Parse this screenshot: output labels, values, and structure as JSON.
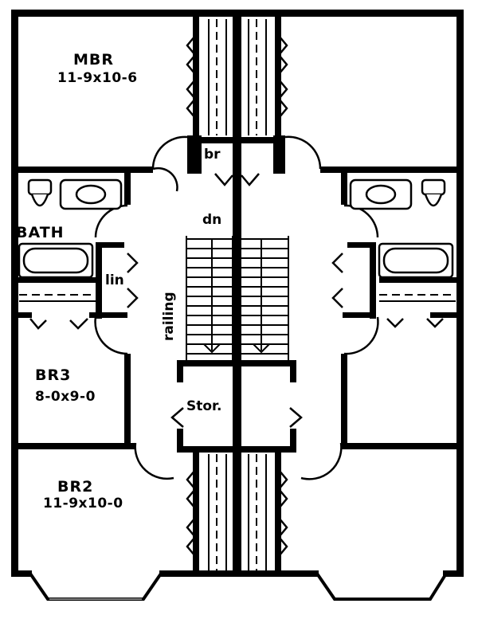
{
  "rooms": {
    "mbr": {
      "name": "MBR",
      "size": "11-9x10-6"
    },
    "br3": {
      "name": "BR3",
      "size": "8-0x9-0"
    },
    "br2": {
      "name": "BR2",
      "size": "11-9x10-0"
    },
    "bath": {
      "name": "BATH"
    },
    "linen": {
      "name": "lin"
    },
    "storage": {
      "name": "Stor."
    },
    "bridge": {
      "name": "br"
    }
  },
  "stairs": {
    "direction_label": "dn",
    "railing_label": "railing"
  },
  "colors": {
    "wall": "#000000",
    "background": "#ffffff"
  }
}
